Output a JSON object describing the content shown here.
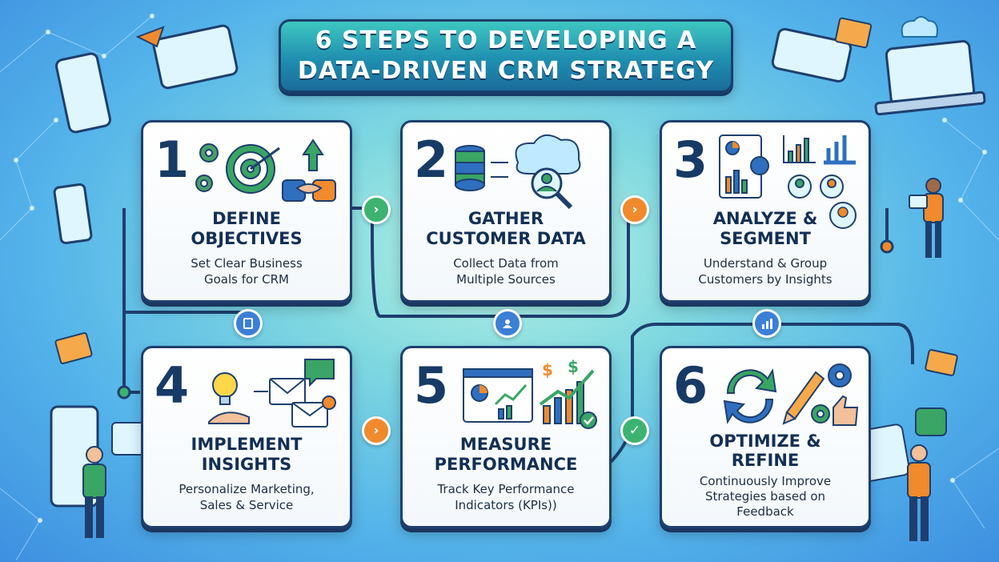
{
  "title": {
    "line1": "6 STEPS TO DEVELOPING A",
    "line2": "DATA-DRIVEN CRM STRATEGY"
  },
  "steps": [
    {
      "number": "1",
      "title_l1": "DEFINE",
      "title_l2": "OBJECTIVES",
      "desc_l1": "Set Clear Business",
      "desc_l2": "Goals for CRM"
    },
    {
      "number": "2",
      "title_l1": "GATHER",
      "title_l2": "CUSTOMER DATA",
      "desc_l1": "Collect Data from",
      "desc_l2": "Multiple Sources"
    },
    {
      "number": "3",
      "title_l1": "ANALYZE &",
      "title_l2": "SEGMENT",
      "desc_l1": "Understand & Group",
      "desc_l2": "Customers by Insights"
    },
    {
      "number": "4",
      "title_l1": "IMPLEMENT",
      "title_l2": "INSIGHTS",
      "desc_l1": "Personalize Marketing,",
      "desc_l2": "Sales & Service"
    },
    {
      "number": "5",
      "title_l1": "MEASURE",
      "title_l2": "PERFORMANCE",
      "desc_l1": "Track Key Performance",
      "desc_l2": "Indicators (KPIs))"
    },
    {
      "number": "6",
      "title_l1": "OPTIMIZE &",
      "title_l2": "REFINE",
      "desc_l1": "Continuously Improve",
      "desc_l2": "Strategies based on",
      "desc_l3": "Feedback"
    }
  ],
  "connectors": {
    "arrow_glyph": "›",
    "check_glyph": "✓"
  },
  "colors": {
    "navy": "#173a66",
    "green": "#3cb371",
    "orange": "#f08a2c",
    "blue": "#3b7fd6"
  },
  "icons": [
    "gears-icon",
    "target-icon",
    "handshake-icon",
    "database-icon",
    "cloud-icon",
    "magnifier-user-icon",
    "report-chart-icon",
    "bar-chart-icon",
    "users-icon",
    "lightbulb-icon",
    "envelope-icon",
    "chat-icon",
    "dashboard-icon",
    "growth-chart-icon",
    "dollar-icon",
    "refresh-cycle-icon",
    "pencil-icon",
    "thumbs-up-icon"
  ]
}
